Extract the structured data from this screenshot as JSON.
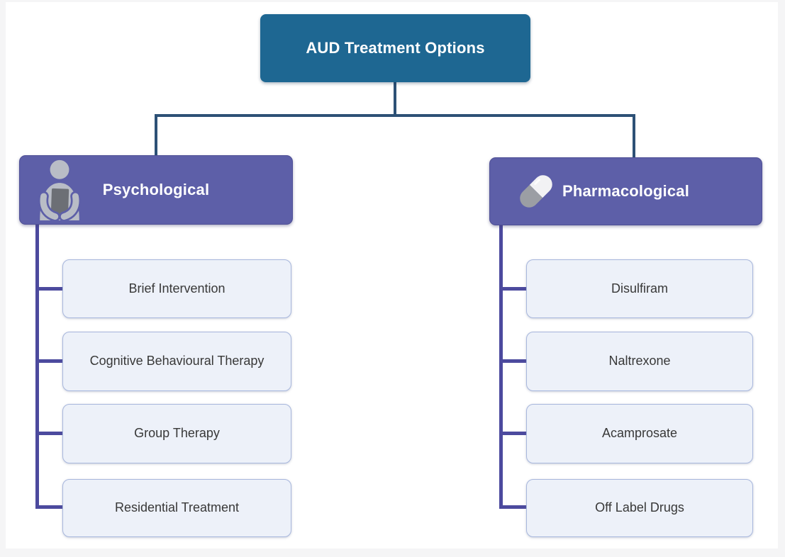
{
  "title": "AUD Treatment Options",
  "colors": {
    "page_bg": "#f5f5f6",
    "canvas_bg": "#ffffff",
    "root_fill": "#1e6792",
    "root_text": "#ffffff",
    "root_connector": "#2d5176",
    "branch_fill": "#5d5fa8",
    "branch_text": "#ffffff",
    "branch_connector": "#4c4a9e",
    "child_fill": "#edf1f9",
    "child_border": "#a8b7dd",
    "child_text": "#383838"
  },
  "root": {
    "label": "AUD Treatment Options"
  },
  "branches": [
    {
      "label": "Psychological",
      "icon": "person-reading-icon",
      "children": [
        {
          "label": "Brief Intervention"
        },
        {
          "label": "Cognitive Behavioural Therapy"
        },
        {
          "label": "Group Therapy"
        },
        {
          "label": "Residential Treatment"
        }
      ]
    },
    {
      "label": "Pharmacological",
      "icon": "capsule-icon",
      "children": [
        {
          "label": "Disulfiram"
        },
        {
          "label": "Naltrexone"
        },
        {
          "label": "Acamprosate"
        },
        {
          "label": "Off Label Drugs"
        }
      ]
    }
  ]
}
